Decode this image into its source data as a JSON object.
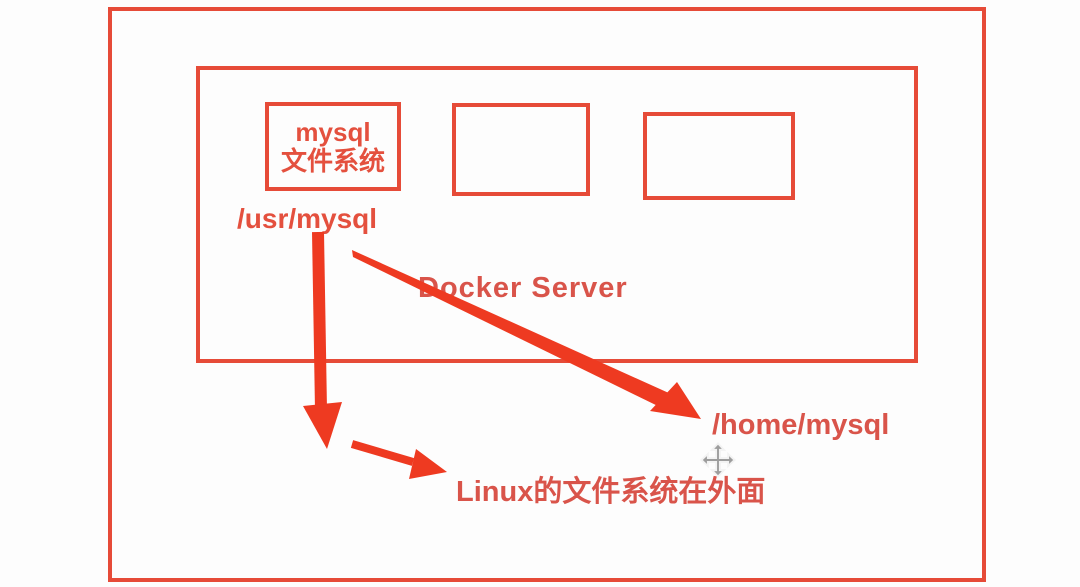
{
  "diagram": {
    "docker_server_label": "Docker Server",
    "mysql_box": {
      "line1": "mysql",
      "line2": "文件系统"
    },
    "usr_path": "/usr/mysql",
    "home_path": "/home/mysql",
    "linux_note": "Linux的文件系统在外面",
    "icons": {
      "cursor": "move-cursor-icon"
    },
    "colors": {
      "border": "#e64b38",
      "arrow": "#ee3a21",
      "text": "#d9544a",
      "box_text": "#e4503e",
      "cursor": "#8d8d8d",
      "background": "#fdfdfd"
    }
  }
}
